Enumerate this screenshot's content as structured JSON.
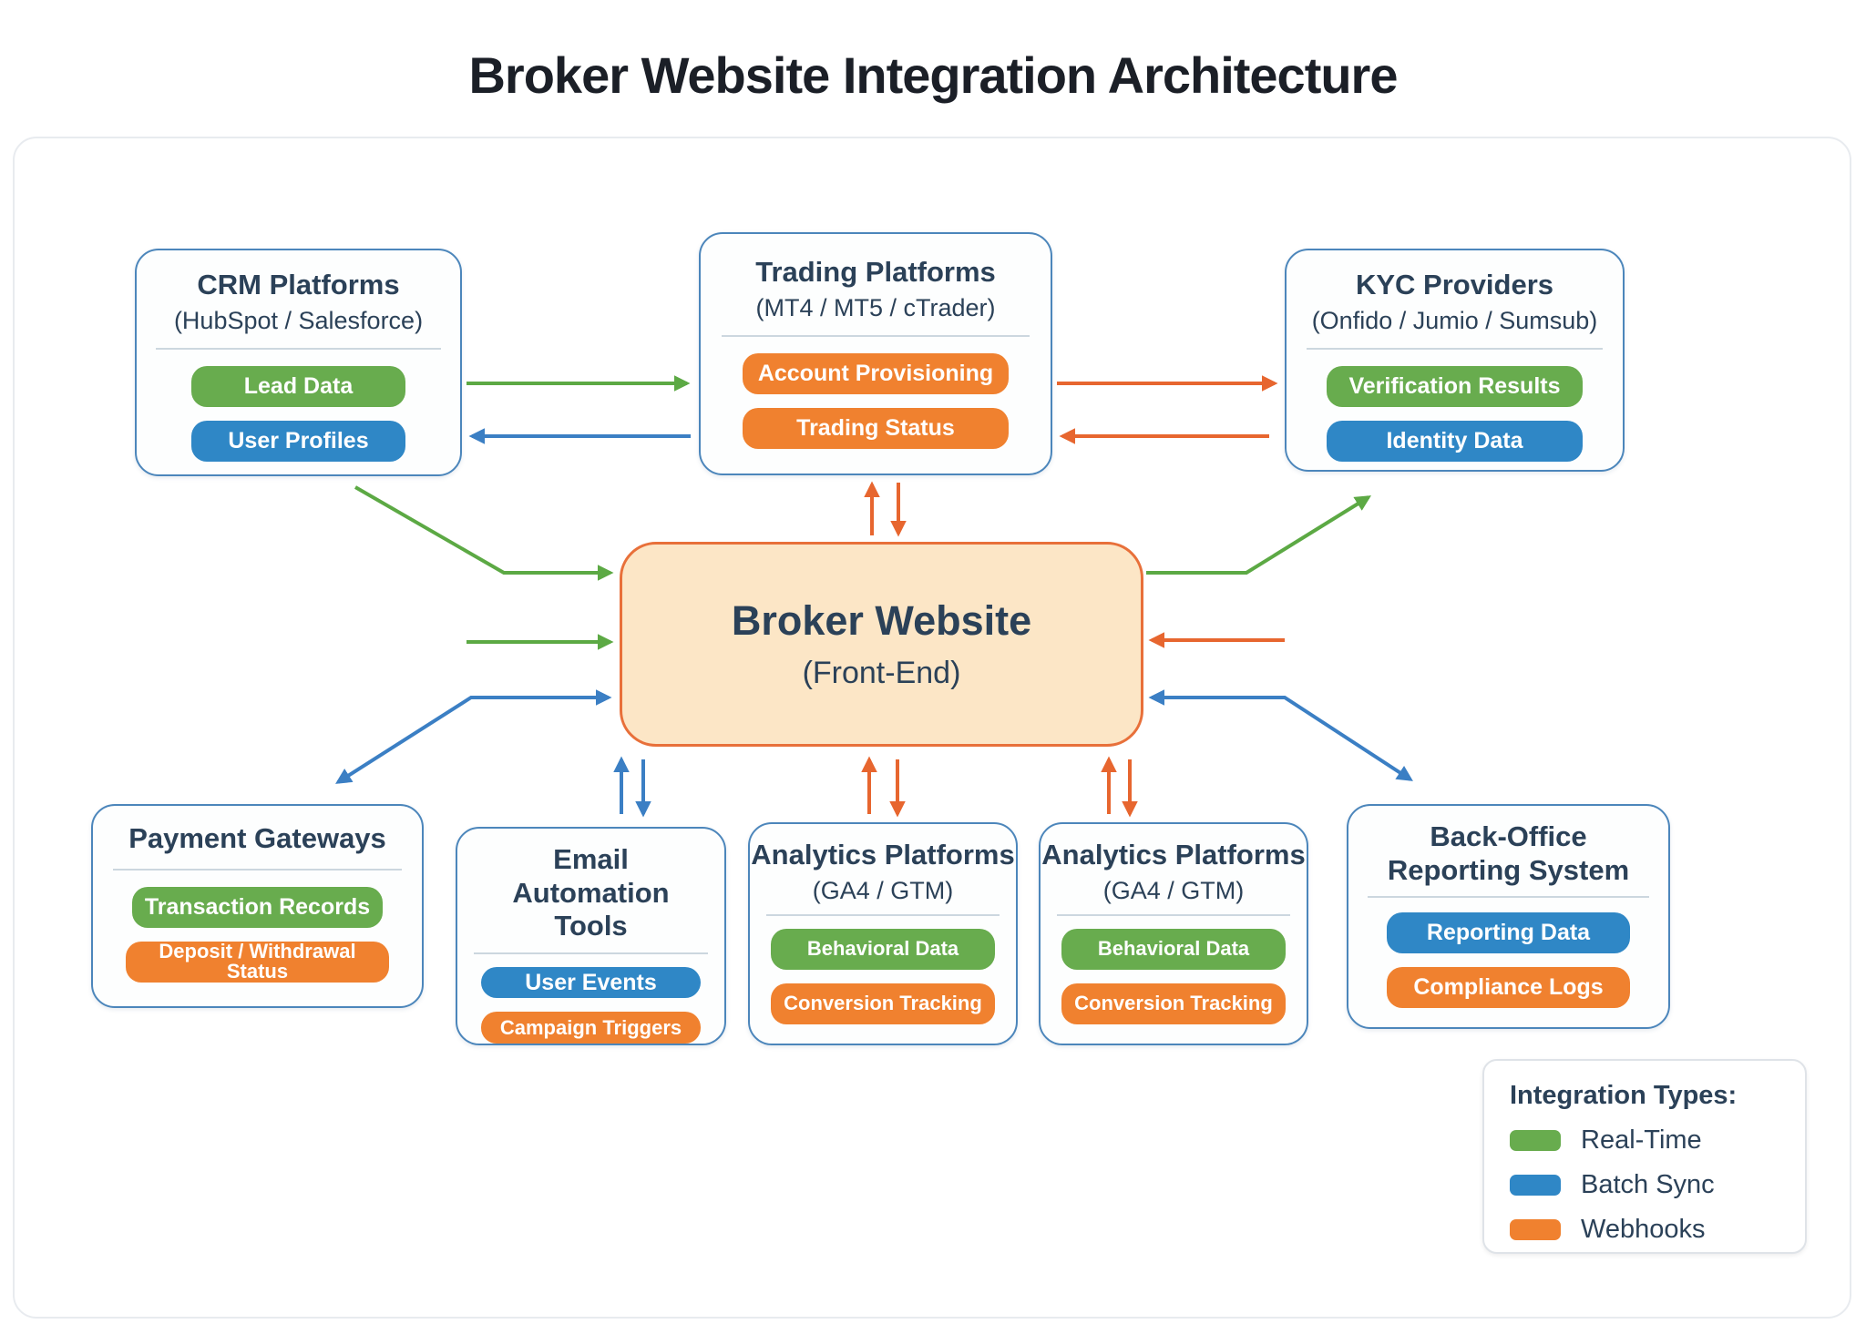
{
  "title": "Broker Website Integration Architecture",
  "center": {
    "title": "Broker Website",
    "subtitle": "(Front-End)"
  },
  "boxes": {
    "crm": {
      "title": "CRM Platforms",
      "subtitle": "(HubSpot / Salesforce)",
      "pills": [
        {
          "label": "Lead Data",
          "type": "green"
        },
        {
          "label": "User Profiles",
          "type": "blue"
        }
      ]
    },
    "trading": {
      "title": "Trading Platforms",
      "subtitle": "(MT4 / MT5 / cTrader)",
      "pills": [
        {
          "label": "Account Provisioning",
          "type": "orange"
        },
        {
          "label": "Trading Status",
          "type": "orange"
        }
      ]
    },
    "kyc": {
      "title": "KYC Providers",
      "subtitle": "(Onfido / Jumio / Sumsub)",
      "pills": [
        {
          "label": "Verification Results",
          "type": "green"
        },
        {
          "label": "Identity Data",
          "type": "blue"
        }
      ]
    },
    "payment": {
      "title": "Payment Gateways",
      "pills": [
        {
          "label": "Transaction Records",
          "type": "green"
        },
        {
          "label": "Deposit / Withdrawal Status",
          "type": "orange"
        }
      ]
    },
    "email": {
      "title": "Email Automation Tools",
      "pills": [
        {
          "label": "User Events",
          "type": "blue"
        },
        {
          "label": "Campaign Triggers",
          "type": "orange"
        }
      ]
    },
    "analytics1": {
      "title": "Analytics Platforms",
      "subtitle": "(GA4 / GTM)",
      "pills": [
        {
          "label": "Behavioral Data",
          "type": "green"
        },
        {
          "label": "Conversion Tracking",
          "type": "orange"
        }
      ]
    },
    "analytics2": {
      "title": "Analytics Platforms",
      "subtitle": "(GA4 / GTM)",
      "pills": [
        {
          "label": "Behavioral Data",
          "type": "green"
        },
        {
          "label": "Conversion Tracking",
          "type": "orange"
        }
      ]
    },
    "backoffice": {
      "title": "Back-Office Reporting System",
      "pills": [
        {
          "label": "Reporting Data",
          "type": "blue"
        },
        {
          "label": "Compliance Logs",
          "type": "orange"
        }
      ]
    }
  },
  "legend": {
    "title": "Integration Types:",
    "items": [
      {
        "label": "Real-Time",
        "color": "#68AC4E"
      },
      {
        "label": "Batch Sync",
        "color": "#2F87C6"
      },
      {
        "label": "Webhooks",
        "color": "#F0812F"
      }
    ]
  },
  "colors": {
    "green": "#68AC4E",
    "blue": "#2F87C6",
    "orange": "#F0812F",
    "arrowGreen": "#5CA944",
    "arrowBlue": "#3B7FC4",
    "arrowOrange": "#E7662F",
    "navy": "#2B4158",
    "nodeBorder": "#4C86BB",
    "centerFill": "#FCE6C6",
    "centerBorder": "#E8703A"
  }
}
